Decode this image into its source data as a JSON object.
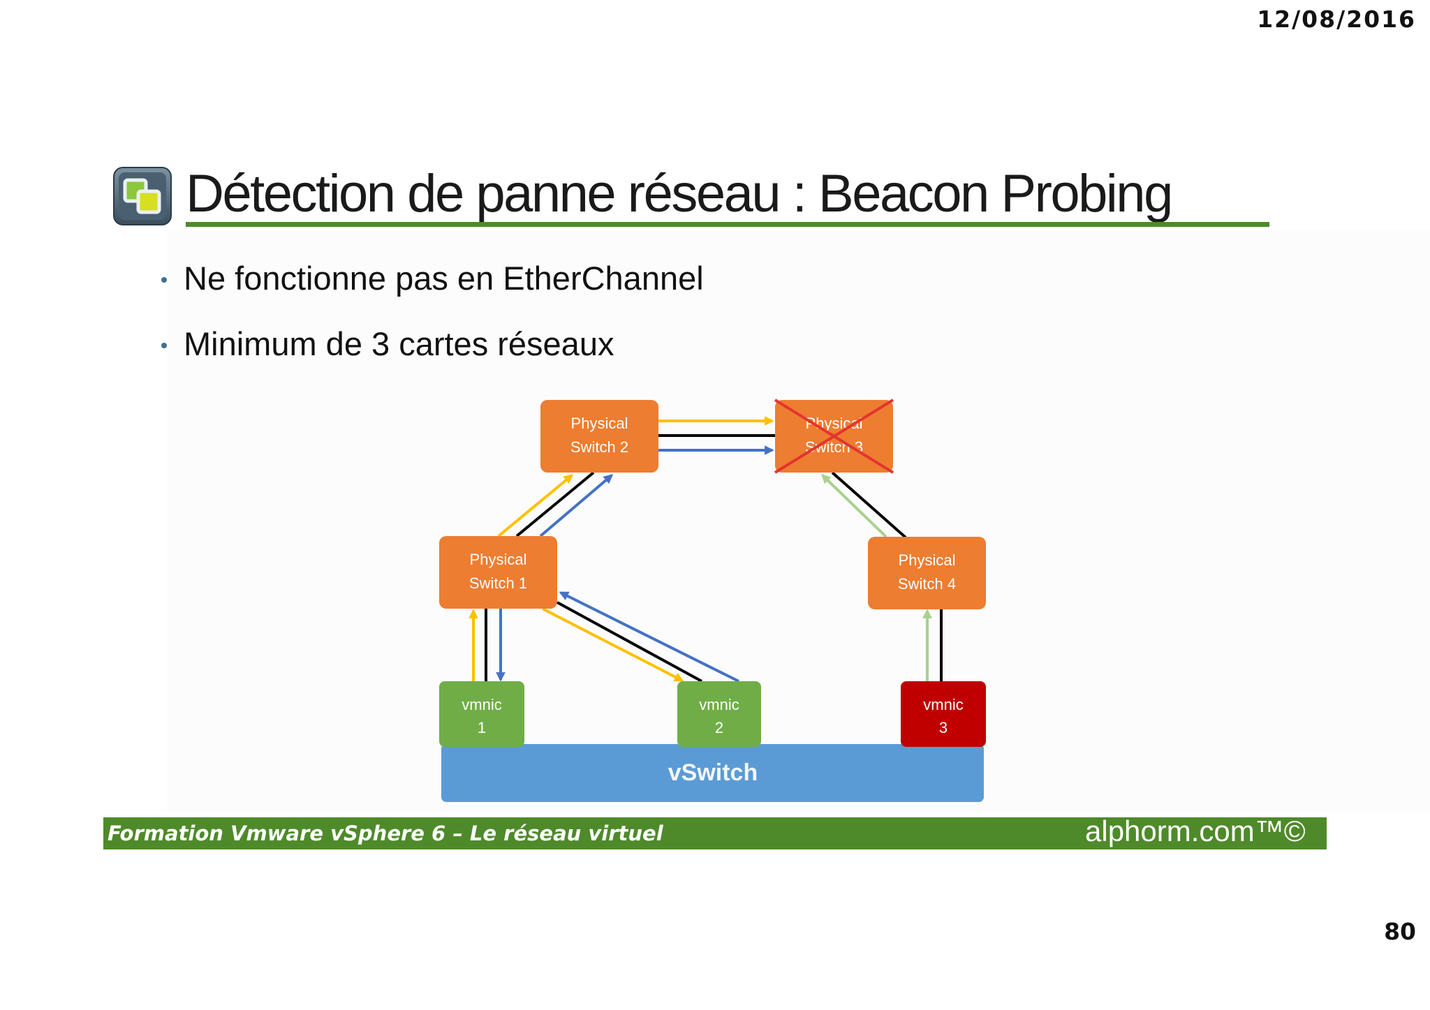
{
  "header": {
    "date": "12/08/2016"
  },
  "slide": {
    "logo_icon": "vmware-vsphere-icon",
    "title": "Détection de panne réseau : Beacon Probing",
    "bullets": [
      "Ne fonctionne pas en EtherChannel",
      "Minimum de 3 cartes réseaux"
    ]
  },
  "diagram": {
    "switches": {
      "switch_1": {
        "line1": "Physical",
        "line2": "Switch 1"
      },
      "switch_2": {
        "line1": "Physical",
        "line2": "Switch 2"
      },
      "switch_3": {
        "line1": "Physical",
        "line2": "Switch 3"
      },
      "switch_4": {
        "line1": "Physical",
        "line2": "Switch 4"
      }
    },
    "vmnics": {
      "vmnic_1": {
        "line1": "vmnic",
        "line2": "1"
      },
      "vmnic_2": {
        "line1": "vmnic",
        "line2": "2"
      },
      "vmnic_3": {
        "line1": "vmnic",
        "line2": "3"
      }
    },
    "vswitch": "vSwitch",
    "failure_marker_icon": "red-cross-icon",
    "colors": {
      "physical_switch": "#ED7D31",
      "vmnic_ok": "#70AD47",
      "vmnic_failed": "#C00000",
      "vswitch": "#5B9BD5",
      "beacon_yellow": "#FFC000",
      "beacon_blue": "#4472C4",
      "beacon_green": "#A9D18E",
      "link_black": "#000000",
      "failure_cross": "#E3342F"
    }
  },
  "theme": {
    "accent_green": "#4E8A2A",
    "bullet_color": "#3B7196"
  },
  "footer": {
    "course_title": "Formation Vmware vSphere 6 – Le réseau virtuel",
    "brand": "alphorm.com™©"
  },
  "page_number": "80"
}
